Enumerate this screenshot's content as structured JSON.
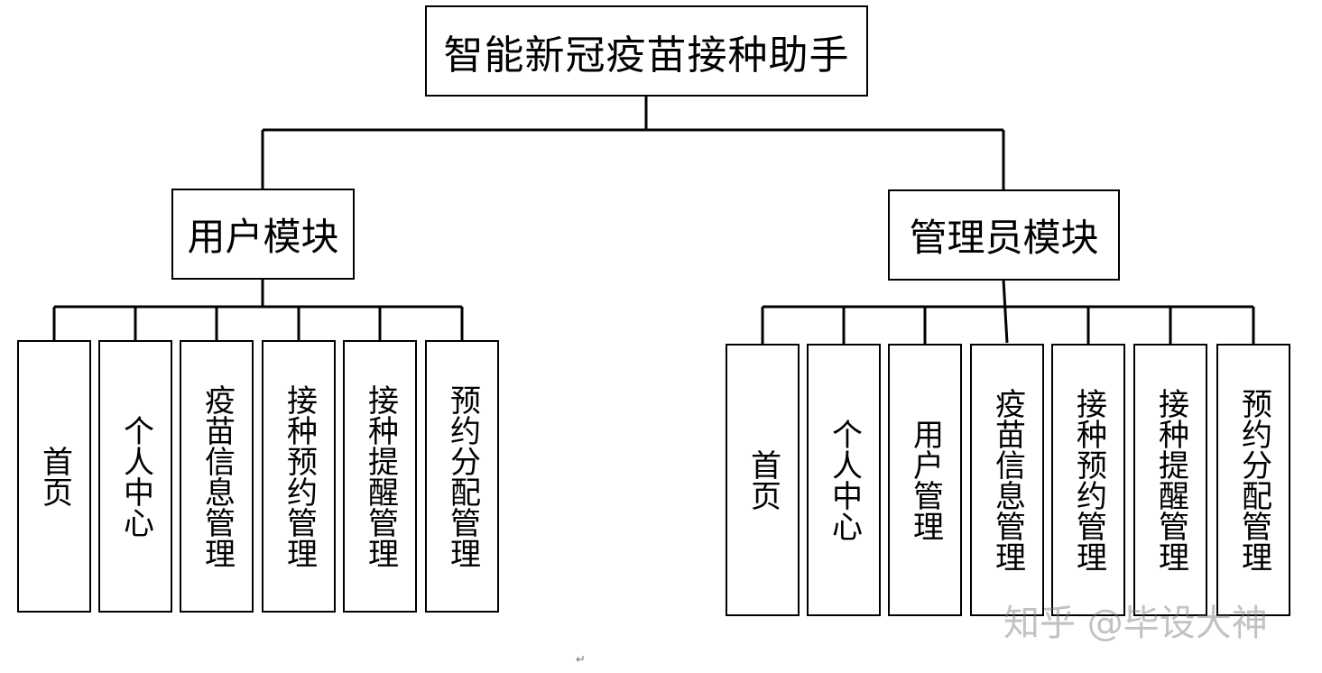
{
  "title": "智能新冠疫苗接种助手",
  "user_module": {
    "label": "用户模块",
    "items": [
      "首页",
      "个人中心",
      "疫苗信息管理",
      "接种预约管理",
      "接种提醒管理",
      "预约分配管理"
    ]
  },
  "admin_module": {
    "label": "管理员模块",
    "items": [
      "首页",
      "个人中心",
      "用户管理",
      "疫苗信息管理",
      "接种预约管理",
      "接种提醒管理",
      "预约分配管理"
    ]
  },
  "watermark": "知乎 @毕设大神",
  "paragraph_mark": "↵",
  "colors": {
    "line": "#000000",
    "box_border": "#000000",
    "watermark": "#9a9a9a"
  }
}
